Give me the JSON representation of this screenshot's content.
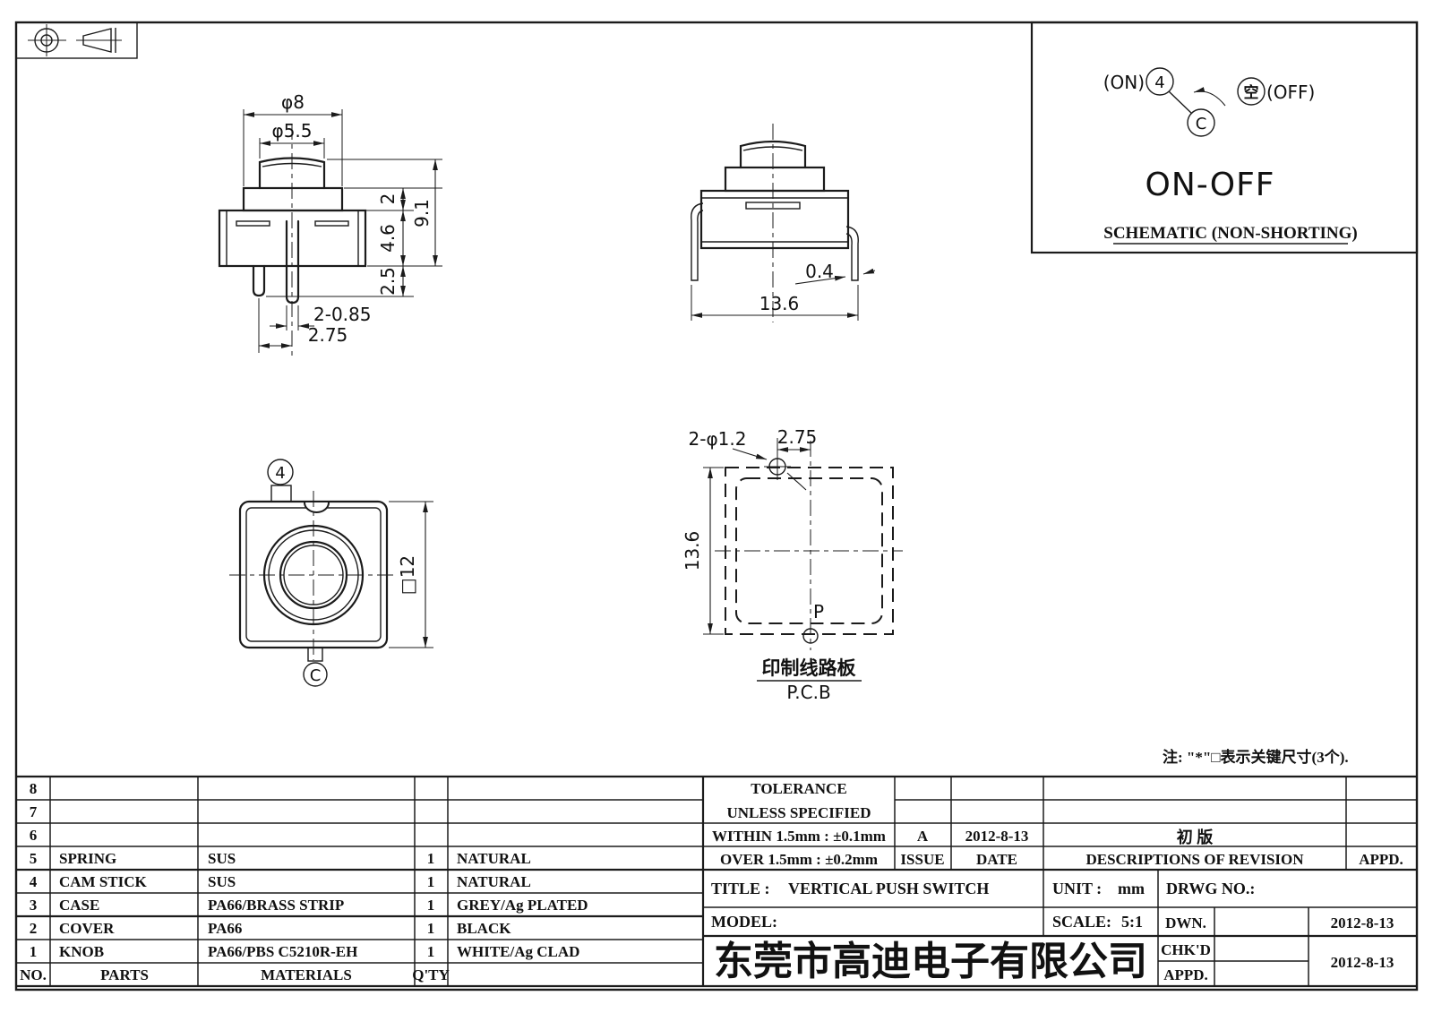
{
  "drawing": {
    "front_view": {
      "dim_phi8": "φ8",
      "dim_phi55": "φ5.5",
      "dim_2": "2",
      "dim_46": "4.6",
      "dim_25": "2.5",
      "dim_91": "9.1",
      "dim_pin_width": "2-0.85",
      "dim_pin_pitch": "2.75"
    },
    "side_view": {
      "dim_leg_thickness": "0.4",
      "dim_body_width": "13.6"
    },
    "top_view": {
      "terminal_4": "4",
      "terminal_c": "C",
      "dim_square": "□12"
    },
    "pcb_view": {
      "dim_holes": "2-φ1.2",
      "dim_pitch": "2.75",
      "dim_height": "13.6",
      "label_p": "P",
      "label_cn": "印制线路板",
      "label_en": "P.C.B"
    },
    "schematic": {
      "on_label": "(ON)",
      "terminal_4": "4",
      "terminal_c": "C",
      "off_symbol": "空",
      "off_label": "(OFF)",
      "mode": "ON-OFF",
      "caption": "SCHEMATIC (NON-SHORTING)"
    },
    "note": "注: \"*\"□表示关键尺寸(3个)."
  },
  "parts_table": {
    "headers": {
      "no": "NO.",
      "parts": "PARTS",
      "materials": "MATERIALS",
      "qty": "Q'TY"
    },
    "rows": [
      {
        "no": "8",
        "part": "",
        "material": "",
        "qty": "",
        "finish": ""
      },
      {
        "no": "7",
        "part": "",
        "material": "",
        "qty": "",
        "finish": ""
      },
      {
        "no": "6",
        "part": "",
        "material": "",
        "qty": "",
        "finish": ""
      },
      {
        "no": "5",
        "part": "SPRING",
        "material": "SUS",
        "qty": "1",
        "finish": "NATURAL"
      },
      {
        "no": "4",
        "part": "CAM STICK",
        "material": "SUS",
        "qty": "1",
        "finish": "NATURAL"
      },
      {
        "no": "3",
        "part": "CASE",
        "material": "PA66/BRASS STRIP",
        "qty": "1",
        "finish": "GREY/Ag PLATED"
      },
      {
        "no": "2",
        "part": "COVER",
        "material": "PA66",
        "qty": "1",
        "finish": "BLACK"
      },
      {
        "no": "1",
        "part": "KNOB",
        "material": "PA66/PBS C5210R-EH",
        "qty": "1",
        "finish": "WHITE/Ag CLAD"
      }
    ]
  },
  "tolerance_block": {
    "title": "TOLERANCE",
    "subtitle": "UNLESS  SPECIFIED",
    "within": "WITHIN 1.5mm : ±0.1mm",
    "over": "OVER 1.5mm : ±0.2mm"
  },
  "revision_block": {
    "issue_value": "A",
    "date_value": "2012-8-13",
    "issue_label": "ISSUE",
    "date_label": "DATE",
    "description_value": "初 版",
    "description_label": "DESCRIPTIONS OF REVISION",
    "appd_label": "APPD."
  },
  "title_block": {
    "title_label": "TITLE :",
    "title_value": "VERTICAL PUSH SWITCH",
    "unit_label": "UNIT :",
    "unit_value": "mm",
    "drwg_label": "DRWG NO.:",
    "model_label": "MODEL:",
    "scale_label": "SCALE:",
    "scale_value": "5:1",
    "dwn_label": "DWN.",
    "dwn_date": "2012-8-13",
    "chkd_label": "CHK'D",
    "chkd_date": "2012-8-13",
    "appd_label": "APPD.",
    "company": "东莞市高迪电子有限公司",
    "company_color": "#F7A600"
  }
}
